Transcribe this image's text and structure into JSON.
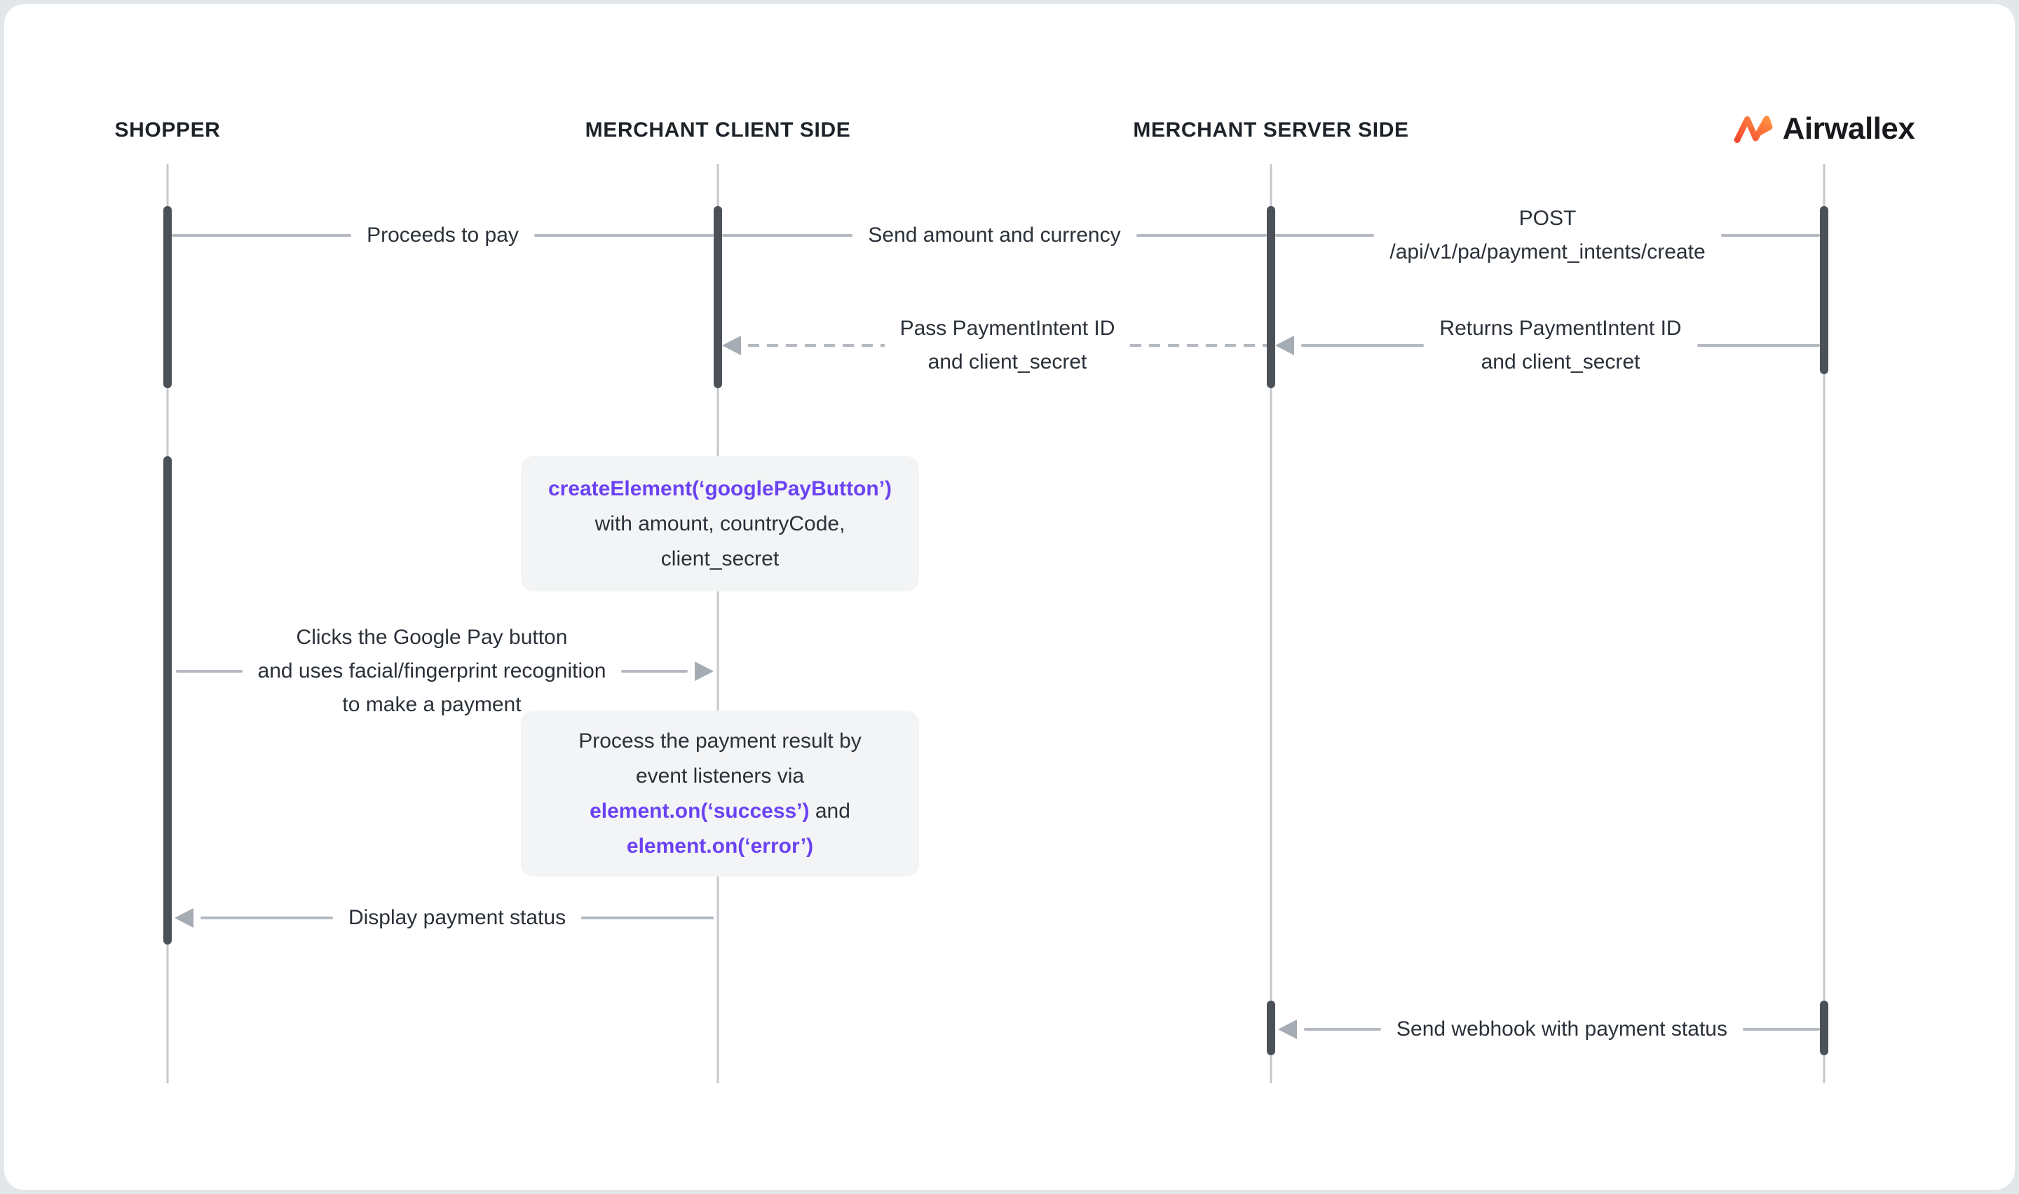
{
  "lanes": {
    "shopper": {
      "label": "SHOPPER"
    },
    "client": {
      "label": "MERCHANT CLIENT SIDE"
    },
    "server": {
      "label": "MERCHANT SERVER SIDE"
    },
    "airwallex": {
      "label": "Airwallex"
    }
  },
  "messages": {
    "proceeds": {
      "label": "Proceeds to pay"
    },
    "send_amount": {
      "label": "Send amount and currency"
    },
    "post": {
      "line1": "POST",
      "line2": "/api/v1/pa/payment_intents/create"
    },
    "pass_intent": {
      "line1": "Pass PaymentIntent ID",
      "line2": "and client_secret"
    },
    "returns_intent": {
      "line1": "Returns PaymentIntent ID",
      "line2": "and client_secret"
    },
    "clicks": {
      "line1": "Clicks the Google Pay button",
      "line2": "and uses facial/fingerprint recognition",
      "line3": "to make a payment"
    },
    "display_status": {
      "label": "Display payment status"
    },
    "webhook": {
      "label": "Send webhook with payment status"
    }
  },
  "notes": {
    "create_element": {
      "code1": "createElement(‘googlePayButton’)",
      "line2": "with amount, countryCode,",
      "line3": "client_secret"
    },
    "process_result": {
      "line1": "Process the payment result by",
      "line2": "event listeners via",
      "code3": "element.on(‘success’)",
      "line3_suffix": "and",
      "code4": "element.on(‘error’)"
    }
  },
  "colors": {
    "accent_purple": "#6b42f3",
    "line_gray": "#b5bac1",
    "bar_gray": "#4b5157",
    "logo_red": "#f54a31",
    "logo_orange": "#ff9040"
  }
}
